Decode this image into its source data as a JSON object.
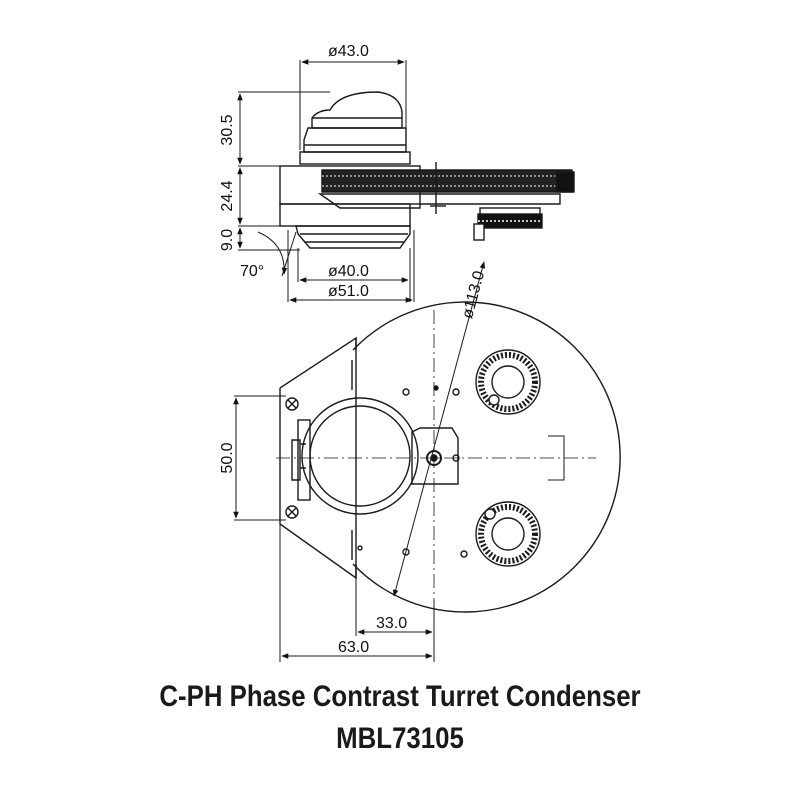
{
  "dimensions": {
    "top_diameter": "ø43.0",
    "height_upper": "30.5",
    "height_mid": "24.4",
    "height_lower": "9.0",
    "angle": "70°",
    "bottom_diameter_inner": "ø40.0",
    "bottom_diameter_outer": "ø51.0",
    "turret_diameter": "ø113.0",
    "plate_height": "50.0",
    "offset_inner": "33.0",
    "offset_outer": "63.0"
  },
  "caption": {
    "title": "C-PH Phase Contrast Turret Condenser",
    "model": "MBL73105"
  },
  "colors": {
    "line": "#1a1a1a",
    "background": "#ffffff"
  }
}
